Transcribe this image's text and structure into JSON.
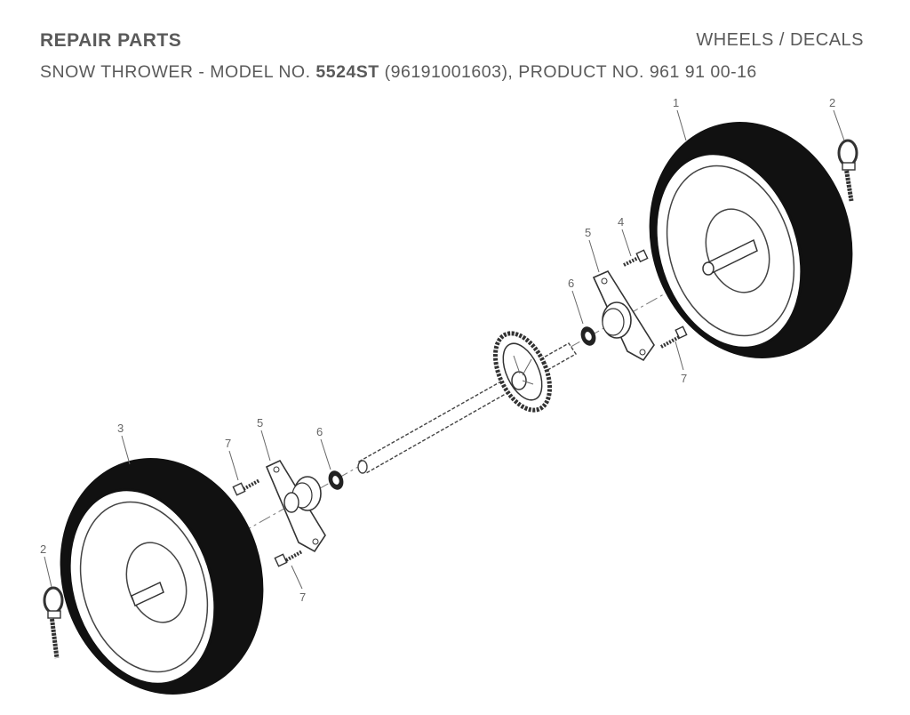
{
  "header": {
    "left": "REPAIR PARTS",
    "right": "WHEELS / DECALS",
    "subtitle_prefix": "SNOW THROWER - MODEL NO. ",
    "model": "5524ST",
    "subtitle_suffix": " (96191001603), PRODUCT NO. 961 91 00-16"
  },
  "callouts": {
    "c1": "1",
    "c2a": "2",
    "c2b": "2",
    "c3": "3",
    "c4": "4",
    "c5a": "5",
    "c5b": "5",
    "c6a": "6",
    "c6b": "6",
    "c7a": "7",
    "c7b": "7",
    "c7c": "7"
  }
}
